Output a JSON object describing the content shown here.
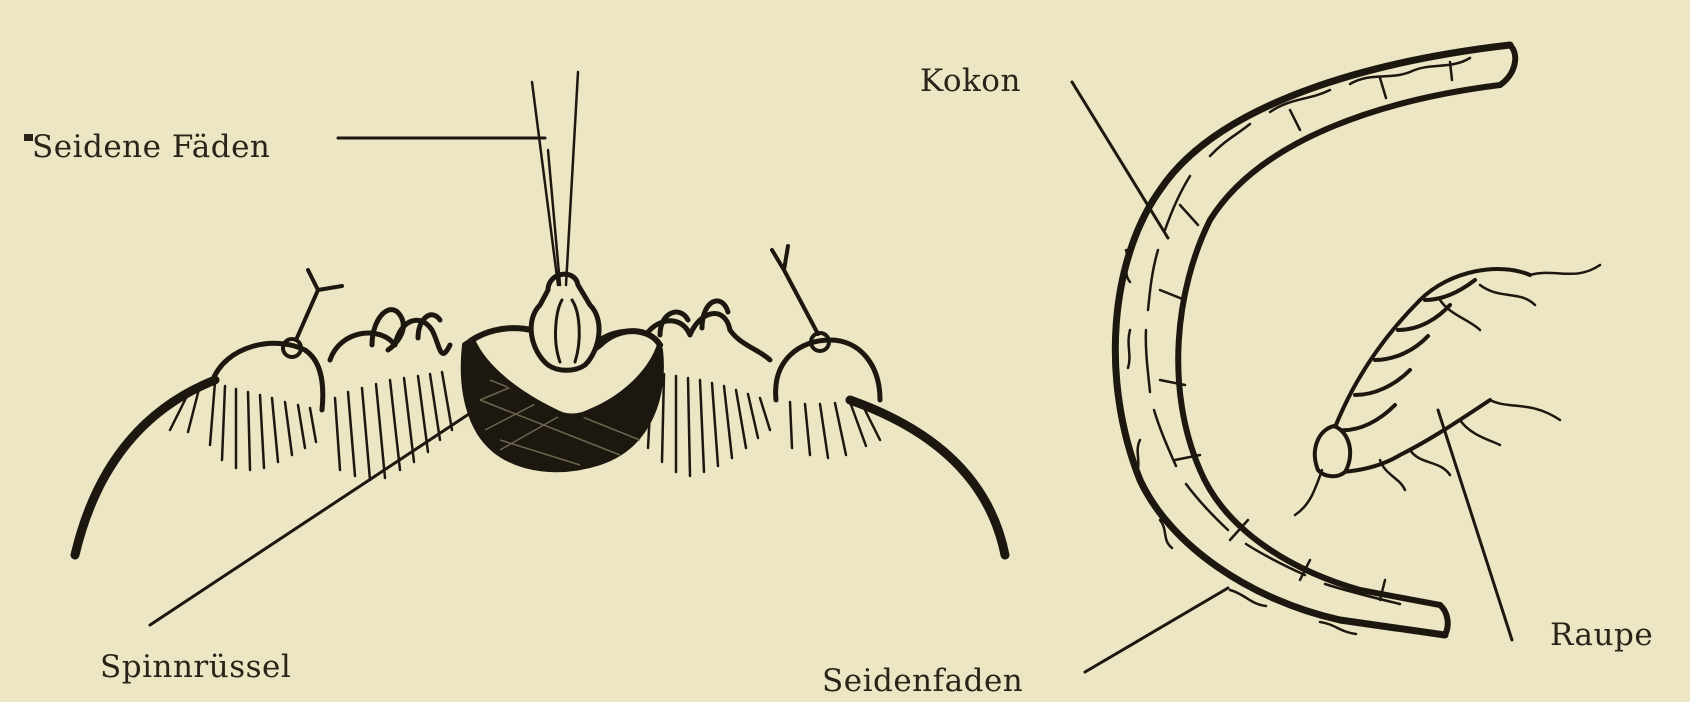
{
  "labels": {
    "seidene_faeden": "Seidene Fäden",
    "spinnruessel": "Spinnrüssel",
    "kokon": "Kokon",
    "seidenfaden": "Seidenfaden",
    "raupe": "Raupe"
  },
  "colors": {
    "background": "#ece6c4",
    "ink": "#1c1810"
  }
}
